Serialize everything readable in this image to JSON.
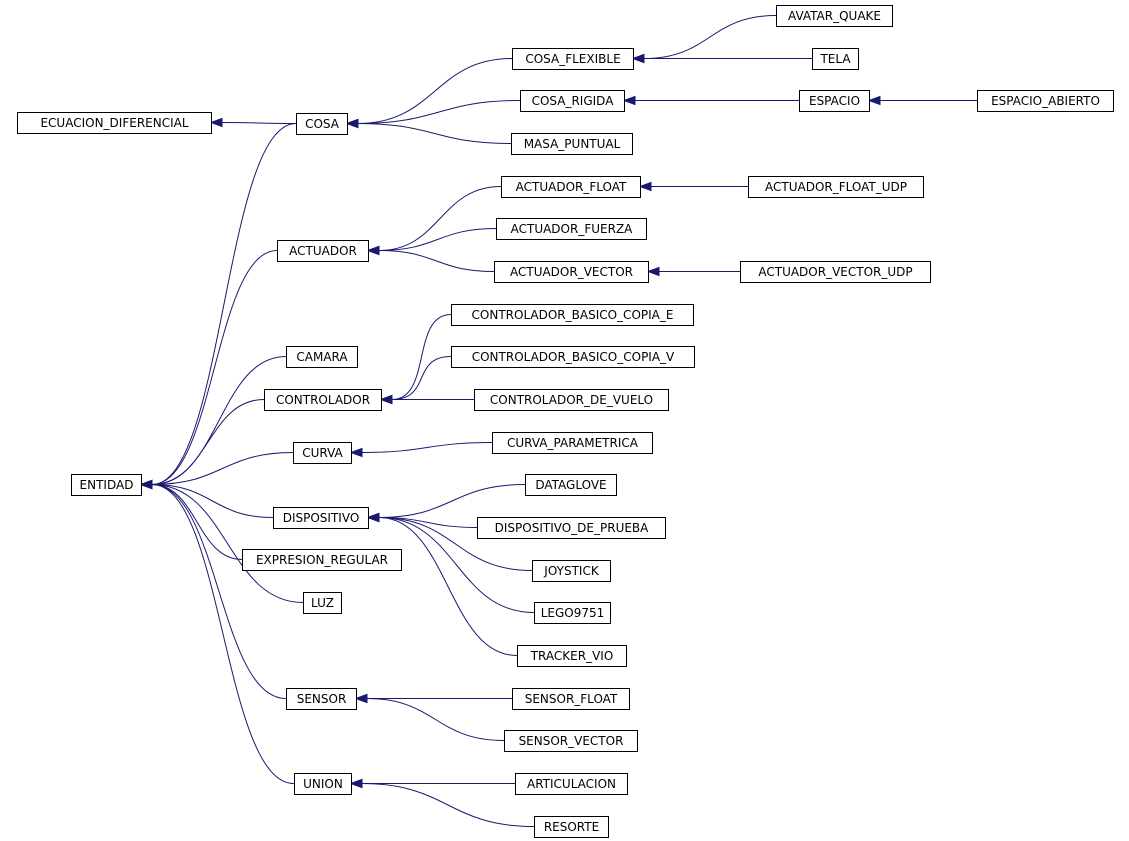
{
  "diagram": {
    "nodes": [
      {
        "id": "ecuacion_diferencial",
        "label": "ECUACION_DIFERENCIAL"
      },
      {
        "id": "cosa",
        "label": "COSA"
      },
      {
        "id": "cosa_flexible",
        "label": "COSA_FLEXIBLE"
      },
      {
        "id": "avatar_quake",
        "label": "AVATAR_QUAKE"
      },
      {
        "id": "tela",
        "label": "TELA"
      },
      {
        "id": "cosa_rigida",
        "label": "COSA_RIGIDA"
      },
      {
        "id": "espacio",
        "label": "ESPACIO"
      },
      {
        "id": "espacio_abierto",
        "label": "ESPACIO_ABIERTO"
      },
      {
        "id": "masa_puntual",
        "label": "MASA_PUNTUAL"
      },
      {
        "id": "actuador",
        "label": "ACTUADOR"
      },
      {
        "id": "actuador_float",
        "label": "ACTUADOR_FLOAT"
      },
      {
        "id": "actuador_float_udp",
        "label": "ACTUADOR_FLOAT_UDP"
      },
      {
        "id": "actuador_fuerza",
        "label": "ACTUADOR_FUERZA"
      },
      {
        "id": "actuador_vector",
        "label": "ACTUADOR_VECTOR"
      },
      {
        "id": "actuador_vector_udp",
        "label": "ACTUADOR_VECTOR_UDP"
      },
      {
        "id": "controlador_basico_copia_e",
        "label": "CONTROLADOR_BASICO_COPIA_E"
      },
      {
        "id": "controlador_basico_copia_v",
        "label": "CONTROLADOR_BASICO_COPIA_V"
      },
      {
        "id": "camara",
        "label": "CAMARA"
      },
      {
        "id": "controlador",
        "label": "CONTROLADOR"
      },
      {
        "id": "controlador_de_vuelo",
        "label": "CONTROLADOR_DE_VUELO"
      },
      {
        "id": "curva",
        "label": "CURVA"
      },
      {
        "id": "curva_parametrica",
        "label": "CURVA_PARAMETRICA"
      },
      {
        "id": "entidad",
        "label": "ENTIDAD"
      },
      {
        "id": "dataglove",
        "label": "DATAGLOVE"
      },
      {
        "id": "dispositivo",
        "label": "DISPOSITIVO"
      },
      {
        "id": "dispositivo_de_prueba",
        "label": "DISPOSITIVO_DE_PRUEBA"
      },
      {
        "id": "expresion_regular",
        "label": "EXPRESION_REGULAR"
      },
      {
        "id": "joystick",
        "label": "JOYSTICK"
      },
      {
        "id": "luz",
        "label": "LUZ"
      },
      {
        "id": "lego9751",
        "label": "LEGO9751"
      },
      {
        "id": "tracker_vio",
        "label": "TRACKER_VIO"
      },
      {
        "id": "sensor",
        "label": "SENSOR"
      },
      {
        "id": "sensor_float",
        "label": "SENSOR_FLOAT"
      },
      {
        "id": "sensor_vector",
        "label": "SENSOR_VECTOR"
      },
      {
        "id": "union",
        "label": "UNION"
      },
      {
        "id": "articulacion",
        "label": "ARTICULACION"
      },
      {
        "id": "resorte",
        "label": "RESORTE"
      }
    ],
    "edges": [
      {
        "from": "cosa",
        "to": "ecuacion_diferencial"
      },
      {
        "from": "cosa_flexible",
        "to": "cosa"
      },
      {
        "from": "cosa_rigida",
        "to": "cosa"
      },
      {
        "from": "masa_puntual",
        "to": "cosa"
      },
      {
        "from": "avatar_quake",
        "to": "cosa_flexible"
      },
      {
        "from": "tela",
        "to": "cosa_flexible"
      },
      {
        "from": "espacio",
        "to": "cosa_rigida"
      },
      {
        "from": "espacio_abierto",
        "to": "espacio"
      },
      {
        "from": "actuador_float",
        "to": "actuador"
      },
      {
        "from": "actuador_fuerza",
        "to": "actuador"
      },
      {
        "from": "actuador_vector",
        "to": "actuador"
      },
      {
        "from": "actuador_float_udp",
        "to": "actuador_float"
      },
      {
        "from": "actuador_vector_udp",
        "to": "actuador_vector"
      },
      {
        "from": "controlador_basico_copia_e",
        "to": "controlador"
      },
      {
        "from": "controlador_basico_copia_v",
        "to": "controlador"
      },
      {
        "from": "controlador_de_vuelo",
        "to": "controlador"
      },
      {
        "from": "curva_parametrica",
        "to": "curva"
      },
      {
        "from": "dataglove",
        "to": "dispositivo"
      },
      {
        "from": "dispositivo_de_prueba",
        "to": "dispositivo"
      },
      {
        "from": "joystick",
        "to": "dispositivo"
      },
      {
        "from": "lego9751",
        "to": "dispositivo"
      },
      {
        "from": "tracker_vio",
        "to": "dispositivo"
      },
      {
        "from": "sensor_float",
        "to": "sensor"
      },
      {
        "from": "sensor_vector",
        "to": "sensor"
      },
      {
        "from": "articulacion",
        "to": "union"
      },
      {
        "from": "resorte",
        "to": "union"
      },
      {
        "from": "cosa",
        "to": "entidad"
      },
      {
        "from": "actuador",
        "to": "entidad"
      },
      {
        "from": "camara",
        "to": "entidad"
      },
      {
        "from": "controlador",
        "to": "entidad"
      },
      {
        "from": "curva",
        "to": "entidad"
      },
      {
        "from": "dispositivo",
        "to": "entidad"
      },
      {
        "from": "expresion_regular",
        "to": "entidad"
      },
      {
        "from": "luz",
        "to": "entidad"
      },
      {
        "from": "sensor",
        "to": "entidad"
      },
      {
        "from": "union",
        "to": "entidad"
      }
    ]
  }
}
